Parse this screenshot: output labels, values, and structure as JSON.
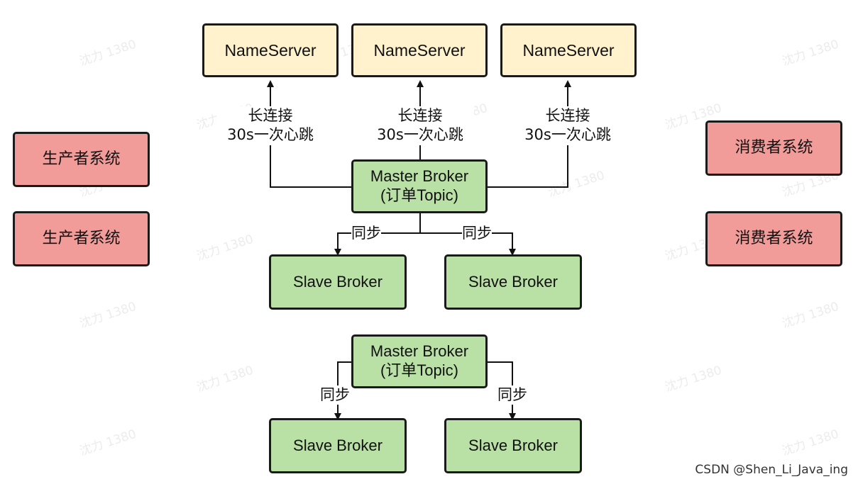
{
  "watermark": "沈力 1380",
  "colors": {
    "nameserver_fill": "#fff2cc",
    "broker_fill": "#b9e0a5",
    "system_fill": "#f19c99",
    "border": "#1a1a1a"
  },
  "name_servers": [
    {
      "label": "NameServer"
    },
    {
      "label": "NameServer"
    },
    {
      "label": "NameServer"
    }
  ],
  "heartbeat_labels": [
    {
      "line1": "长连接",
      "line2": "30s一次心跳"
    },
    {
      "line1": "长连接",
      "line2": "30s一次心跳"
    },
    {
      "line1": "长连接",
      "line2": "30s一次心跳"
    }
  ],
  "master_top": {
    "line1": "Master Broker",
    "line2": "(订单Topic)"
  },
  "master_bottom": {
    "line1": "Master Broker",
    "line2": "(订单Topic)"
  },
  "sync_label": "同步",
  "slaves_top": [
    {
      "label": "Slave Broker"
    },
    {
      "label": "Slave Broker"
    }
  ],
  "slaves_bottom": [
    {
      "label": "Slave Broker"
    },
    {
      "label": "Slave Broker"
    }
  ],
  "producers": [
    {
      "label": "生产者系统"
    },
    {
      "label": "生产者系统"
    }
  ],
  "consumers": [
    {
      "label": "消费者系统"
    },
    {
      "label": "消费者系统"
    }
  ],
  "credit": "CSDN @Shen_Li_Java_ing"
}
